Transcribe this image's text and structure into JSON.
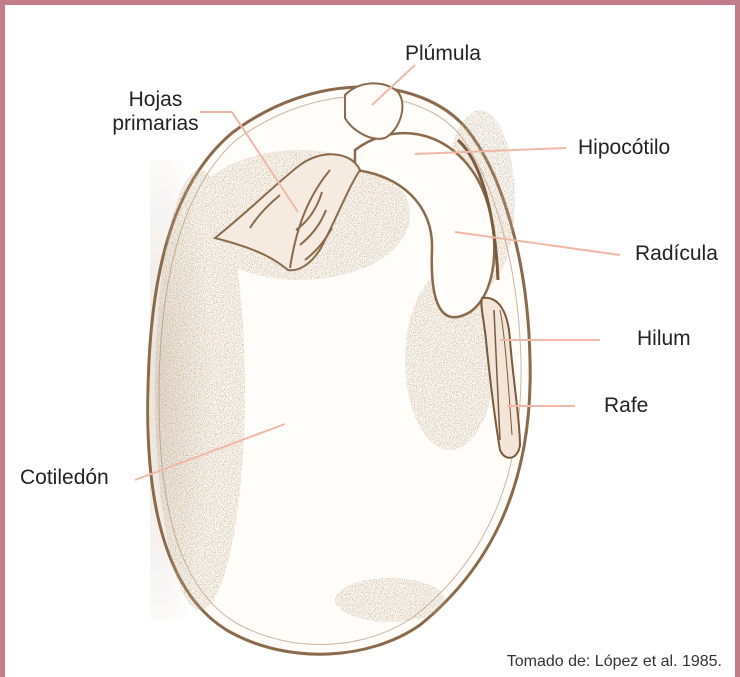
{
  "labels": {
    "plumula": "Plúmula",
    "hojas_primarias_1": "Hojas",
    "hojas_primarias_2": "primarias",
    "hipocotilo": "Hipocótilo",
    "radicula": "Radícula",
    "hilum": "Hilum",
    "rafe": "Rafe",
    "cotiledon": "Cotiledón"
  },
  "credit": "Tomado de: López et al. 1985.",
  "colors": {
    "frame": "#c27d8b",
    "seed_ink": "#8a6a4a",
    "leader": "#f0b8a6"
  }
}
